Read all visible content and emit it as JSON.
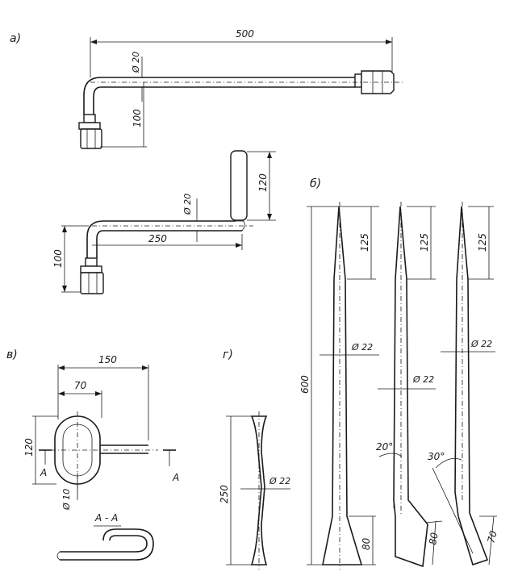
{
  "labels": {
    "part_a": "а)",
    "part_b": "б)",
    "part_v": "в)",
    "part_g": "г)",
    "section_mark_left": "A",
    "section_mark_right": "A",
    "section_title": "A - A"
  },
  "dimensions": {
    "a_length": "500",
    "a_dia": "Ø 20",
    "a_height": "100",
    "crank_grip": "120",
    "crank_dia": "Ø 20",
    "crank_arm": "250",
    "crank_height": "100",
    "b_tip1": "125",
    "b_tip2": "125",
    "b_tip3": "125",
    "b_length": "600",
    "b_dia1": "Ø 22",
    "b_dia2": "Ø 22",
    "b_dia3": "Ø 22",
    "b_end1": "80",
    "b_end2": "80",
    "b_end3": "70",
    "b_angle1": "20°",
    "b_angle2": "30°",
    "v_width": "150",
    "v_ring": "70",
    "v_height": "120",
    "v_dia": "Ø 10",
    "g_length": "250",
    "g_dia": "Ø 22"
  }
}
